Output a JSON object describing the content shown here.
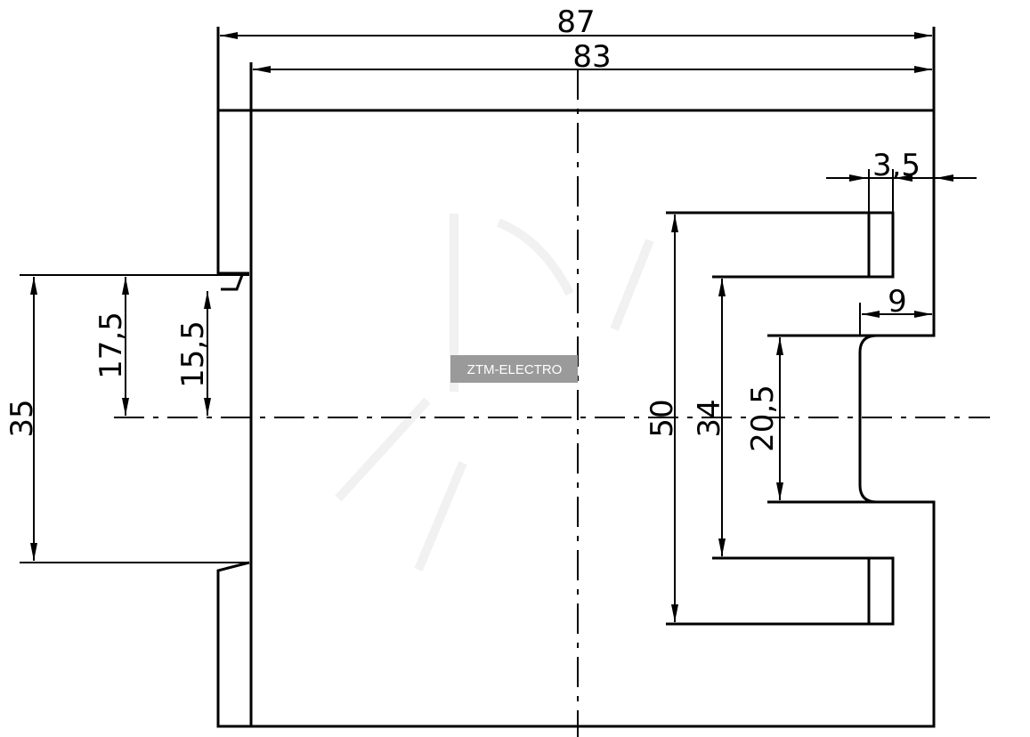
{
  "drawing": {
    "dimensions": {
      "overall_width": "87",
      "inner_width": "83",
      "slot_wall": "3,5",
      "notch_depth": "9",
      "mount_height": "35",
      "mount_half_upper": "17,5",
      "mount_half_lower": "15,5",
      "outer_arms": "50",
      "inner_arms": "34",
      "notch_height": "20,5"
    },
    "watermark": "ZTM-ELECTRO",
    "colors": {
      "line": "#000000",
      "watermark_bg": "#9a9a9a",
      "watermark_text": "#ffffff"
    }
  }
}
